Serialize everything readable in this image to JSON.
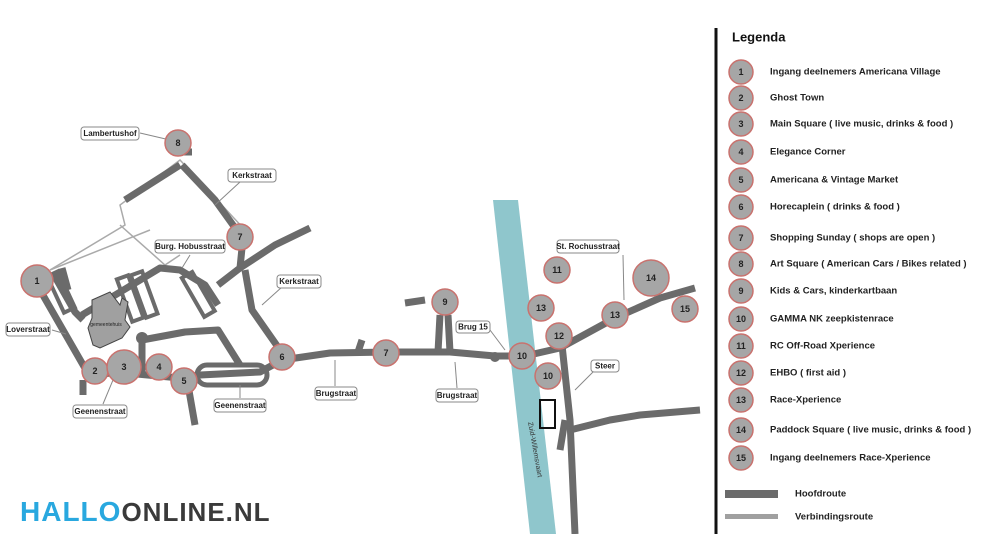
{
  "map": {
    "markers": [
      {
        "n": "1"
      },
      {
        "n": "8"
      },
      {
        "n": "7"
      },
      {
        "n": "2"
      },
      {
        "n": "3"
      },
      {
        "n": "4"
      },
      {
        "n": "5"
      },
      {
        "n": "6"
      },
      {
        "n": "7"
      },
      {
        "n": "9"
      },
      {
        "n": "10"
      },
      {
        "n": "10"
      },
      {
        "n": "13"
      },
      {
        "n": "11"
      },
      {
        "n": "12"
      },
      {
        "n": "13"
      },
      {
        "n": "14"
      },
      {
        "n": "15"
      }
    ],
    "street_labels": [
      "Lambertushof",
      "Kerkstraat",
      "Burg. Hobusstraat",
      "Kerkstraat",
      "Loverstraat",
      "Geenenstraat",
      "Geenenstraat",
      "Brugstraat",
      "Brugstraat",
      "Brug 15",
      "St. Rochusstraat",
      "Steer"
    ],
    "canal_label": "Zuid-Willemsvaart",
    "building_label": "gemeentehuis",
    "canal_color": "#8fc6cc",
    "road_color": "#6b6b6b"
  },
  "legend": {
    "title": "Legenda",
    "items": [
      {
        "n": "1",
        "label": "Ingang deelnemers Americana Village"
      },
      {
        "n": "2",
        "label": "Ghost Town"
      },
      {
        "n": "3",
        "label": "Main Square  ( live music, drinks & food )"
      },
      {
        "n": "4",
        "label": "Elegance Corner"
      },
      {
        "n": "5",
        "label": "Americana & Vintage Market"
      },
      {
        "n": "6",
        "label": "Horecaplein ( drinks & food )"
      },
      {
        "n": "7",
        "label": "Shopping Sunday ( shops are open )"
      },
      {
        "n": "8",
        "label": "Art Square ( American Cars / Bikes related )"
      },
      {
        "n": "9",
        "label": "Kids & Cars, kinderkartbaan"
      },
      {
        "n": "10",
        "label": "GAMMA NK zeepkistenrace"
      },
      {
        "n": "11",
        "label": "RC Off-Road Xperience"
      },
      {
        "n": "12",
        "label": "EHBO ( first aid )"
      },
      {
        "n": "13",
        "label": "Race-Xperience"
      },
      {
        "n": "14",
        "label": "Paddock Square ( live music, drinks & food )"
      },
      {
        "n": "15",
        "label": "Ingang deelnemers Race-Xperience"
      }
    ],
    "routes": [
      {
        "label": "Hoofdroute"
      },
      {
        "label": "Verbindingsroute"
      }
    ]
  },
  "watermark": {
    "part1": "HALLO",
    "part2": "ONLINE.NL"
  }
}
